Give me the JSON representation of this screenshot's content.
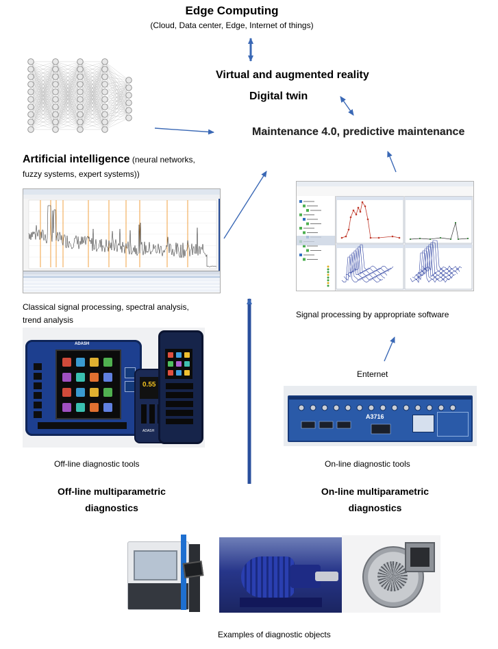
{
  "header": {
    "title": "Edge Computing",
    "subtitle": "(Cloud, Data center,  Edge, Internet of things)"
  },
  "center": {
    "vr": "Virtual and augmented reality",
    "twin": "Digital twin",
    "maintenance": "Maintenance 4.0, predictive maintenance"
  },
  "left": {
    "ai_title": "Artificial intelligence",
    "ai_rest": " (neural networks,",
    "ai_line2": "fuzzy systems, expert systems))",
    "classical_line1": "Classical signal processing, spectral analysis,",
    "classical_line2": "trend analysis",
    "offline_tools": "Off-line diagnostic tools",
    "offline_multi_1": "Off-line multiparametric",
    "offline_multi_2": "diagnostics",
    "device_brand": "ADASH",
    "readout_value": "0.55"
  },
  "right": {
    "software_caption": "Signal processing by appropriate software",
    "enternet": "Enternet",
    "rack_model": "A3716",
    "online_tools": "On-line diagnostic tools",
    "online_multi_1": "On-line multiparametric",
    "online_multi_2": "diagnostics"
  },
  "footer": {
    "examples": "Examples of diagnostic objects"
  },
  "colors": {
    "arrow": "#3a68b5",
    "device_blue": "#1d3f8f",
    "rack_blue": "#2a5aa8"
  }
}
